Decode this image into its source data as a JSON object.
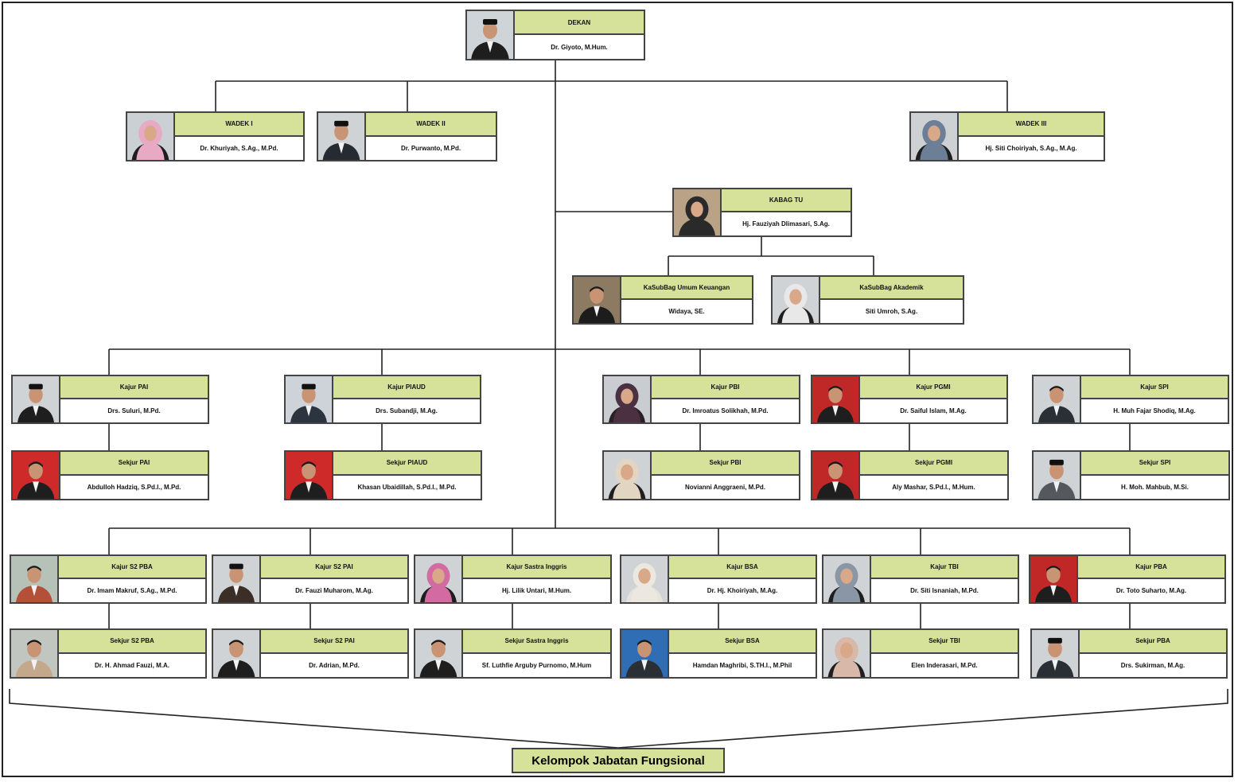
{
  "chart_title": "",
  "colors": {
    "title_fill": "#d6e29a",
    "border": "#444444",
    "line": "#222222"
  },
  "units": [
    {
      "id": "dekan",
      "title": "DEKAN",
      "name": "Dr. Giyoto, M.Hum.",
      "photo": {
        "bg": "#cfd4d8",
        "suit": "#1e1e1e",
        "cap": true,
        "hijab": null
      }
    },
    {
      "id": "wadek-1",
      "title": "WADEK I",
      "name": "Dr. Khuriyah, S.Ag., M.Pd.",
      "photo": {
        "bg": "#cbd0d4",
        "suit": "#1e1e1e",
        "cap": false,
        "hijab": "#e8a9c4"
      }
    },
    {
      "id": "wadek-2",
      "title": "WADEK II",
      "name": "Dr. Purwanto, M.Pd.",
      "photo": {
        "bg": "#cfd3d6",
        "suit": "#262b33",
        "cap": true,
        "hijab": null
      }
    },
    {
      "id": "wadek-3",
      "title": "WADEK III",
      "name": "Hj. Siti Choiriyah, S.Ag., M.Ag.",
      "photo": {
        "bg": "#cdd1d4",
        "suit": "#1e1e1e",
        "cap": false,
        "hijab": "#6d7f96"
      }
    },
    {
      "id": "kabag-tu",
      "title": "KABAG TU",
      "name": "Hj. Fauziyah Dlimasari, S.Ag.",
      "photo": {
        "bg": "#b9a286",
        "suit": "#2a2a2a",
        "cap": false,
        "hijab": "#2a2a2a"
      }
    },
    {
      "id": "kasubbag-umum",
      "title": "KaSubBag Umum Keuangan",
      "name": "Widaya, SE.",
      "photo": {
        "bg": "#8c7a62",
        "suit": "#1c1c1c",
        "cap": false,
        "hijab": null
      }
    },
    {
      "id": "kasubbag-akademik",
      "title": "KaSubBag Akademik",
      "name": "Siti Umroh, S.Ag.",
      "photo": {
        "bg": "#cfd3d6",
        "suit": "#1e1e1e",
        "cap": false,
        "hijab": "#e8e8e8"
      }
    },
    {
      "id": "kajur-pai",
      "title": "Kajur PAI",
      "name": "Drs. Suluri, M.Pd.",
      "photo": {
        "bg": "#cfd3d6",
        "suit": "#1e1e1e",
        "cap": true,
        "hijab": null
      }
    },
    {
      "id": "kajur-piaud",
      "title": "Kajur PIAUD",
      "name": "Drs. Subandji, M.Ag.",
      "photo": {
        "bg": "#cdd3d8",
        "suit": "#2c3440",
        "cap": true,
        "hijab": null
      }
    },
    {
      "id": "kajur-pbi",
      "title": "Kajur PBI",
      "name": "Dr. Imroatus Solikhah, M.Pd.",
      "photo": {
        "bg": "#c9ccd0",
        "suit": "#2a1f24",
        "cap": false,
        "hijab": "#4a3040"
      }
    },
    {
      "id": "kajur-pgmi",
      "title": "Kajur PGMI",
      "name": "Dr. Saiful Islam, M.Ag.",
      "photo": {
        "bg": "#c02828",
        "suit": "#1e1e1e",
        "cap": false,
        "hijab": null
      }
    },
    {
      "id": "kajur-spi",
      "title": "Kajur SPI",
      "name": "H. Muh Fajar Shodiq, M.Ag.",
      "photo": {
        "bg": "#cfd3d6",
        "suit": "#2a2f36",
        "cap": false,
        "hijab": null
      }
    },
    {
      "id": "sekjur-pai",
      "title": "Sekjur PAI",
      "name": "Abdulloh Hadziq, S.Pd.I., M.Pd.",
      "photo": {
        "bg": "#cf2a2a",
        "suit": "#1e1e1e",
        "cap": false,
        "hijab": null
      }
    },
    {
      "id": "sekjur-piaud",
      "title": "Sekjur PIAUD",
      "name": "Khasan Ubaidillah, S.Pd.I., M.Pd.",
      "photo": {
        "bg": "#cf2a2a",
        "suit": "#1e1e1e",
        "cap": false,
        "hijab": null
      }
    },
    {
      "id": "sekjur-pbi",
      "title": "Sekjur PBI",
      "name": "Novianni Anggraeni, M.Pd.",
      "photo": {
        "bg": "#cfd3d6",
        "suit": "#1e1e1e",
        "cap": false,
        "hijab": "#e2d6c2"
      }
    },
    {
      "id": "sekjur-pgmi",
      "title": "Sekjur PGMI",
      "name": "Aly Mashar, S.Pd.I., M.Hum.",
      "photo": {
        "bg": "#c02828",
        "suit": "#1e1e1e",
        "cap": false,
        "hijab": null
      }
    },
    {
      "id": "sekjur-spi",
      "title": "Sekjur SPI",
      "name": "H. Moh. Mahbub, M.Si.",
      "photo": {
        "bg": "#cfd3d6",
        "suit": "#55595e",
        "cap": true,
        "hijab": null
      }
    },
    {
      "id": "kajur-s2-pba",
      "title": "Kajur S2 PBA",
      "name": "Dr. Imam Makruf, S.Ag., M.Pd.",
      "photo": {
        "bg": "#b6c2b8",
        "suit": "#b4503a",
        "cap": false,
        "hijab": null
      }
    },
    {
      "id": "kajur-s2-pai",
      "title": "Kajur S2 PAI",
      "name": "Dr. Fauzi Muharom, M.Ag.",
      "photo": {
        "bg": "#cfd3d6",
        "suit": "#3a2e26",
        "cap": true,
        "hijab": null
      }
    },
    {
      "id": "kajur-sastra",
      "title": "Kajur Sastra Inggris",
      "name": "Hj. Lilik Untari, M.Hum.",
      "photo": {
        "bg": "#cfd3d6",
        "suit": "#1e1e1e",
        "cap": false,
        "hijab": "#d36aa2"
      }
    },
    {
      "id": "kajur-bsa",
      "title": "Kajur BSA",
      "name": "Dr. Hj. Khoiriyah, M.Ag.",
      "photo": {
        "bg": "#cfd3d6",
        "suit": "#e7e3dc",
        "cap": false,
        "hijab": "#ece8e0"
      }
    },
    {
      "id": "kajur-tbi",
      "title": "Kajur TBI",
      "name": "Dr. Siti Isnaniah, M.Pd.",
      "photo": {
        "bg": "#cfd3d6",
        "suit": "#1e1e1e",
        "cap": false,
        "hijab": "#8a96a6"
      }
    },
    {
      "id": "kajur-pba",
      "title": "Kajur PBA",
      "name": "Dr. Toto Suharto, M.Ag.",
      "photo": {
        "bg": "#c02828",
        "suit": "#1e1e1e",
        "cap": false,
        "hijab": null
      }
    },
    {
      "id": "sekjur-s2-pba",
      "title": "Sekjur S2 PBA",
      "name": "Dr. H. Ahmad Fauzi, M.A.",
      "photo": {
        "bg": "#c2c6c0",
        "suit": "#c4a88c",
        "cap": false,
        "hijab": null
      }
    },
    {
      "id": "sekjur-s2-pai",
      "title": "Sekjur S2 PAI",
      "name": "Dr. Adrian, M.Pd.",
      "photo": {
        "bg": "#cfd3d6",
        "suit": "#1e1e1e",
        "cap": false,
        "hijab": null
      }
    },
    {
      "id": "sekjur-sastra",
      "title": "Sekjur Sastra Inggris",
      "name": "Sf. Luthfie Arguby Purnomo, M.Hum",
      "photo": {
        "bg": "#cfd3d6",
        "suit": "#1e1e1e",
        "cap": false,
        "hijab": null
      }
    },
    {
      "id": "sekjur-bsa",
      "title": "Sekjur BSA",
      "name": "Hamdan Maghribi, S.TH.I., M.Phil",
      "photo": {
        "bg": "#2f6db5",
        "suit": "#2a2f36",
        "cap": false,
        "hijab": null
      }
    },
    {
      "id": "sekjur-tbi",
      "title": "Sekjur TBI",
      "name": "Elen Inderasari, M.Pd.",
      "photo": {
        "bg": "#cfd3d6",
        "suit": "#1e1e1e",
        "cap": false,
        "hijab": "#d8b8a8"
      }
    },
    {
      "id": "sekjur-pba",
      "title": "Sekjur PBA",
      "name": "Drs. Sukirman, M.Ag.",
      "photo": {
        "bg": "#cfd3d6",
        "suit": "#2a2f36",
        "cap": true,
        "hijab": null
      }
    }
  ],
  "footer": {
    "label": "Kelompok Jabatan Fungsional"
  }
}
